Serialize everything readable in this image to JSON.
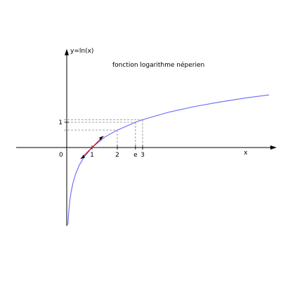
{
  "chart_data": {
    "type": "line",
    "title": "fonction logarithme néperien",
    "ylabel": "y=ln(x)",
    "xlabel": "x",
    "origin_label": "0",
    "x_ticks": [
      {
        "value": 1,
        "label": "1"
      },
      {
        "value": 2,
        "label": "2"
      },
      {
        "value": 2.718,
        "label": "e"
      },
      {
        "value": 3,
        "label": "3"
      }
    ],
    "y_ticks": [
      {
        "value": 1,
        "label": "1"
      }
    ],
    "xlim": [
      -2,
      8.3
    ],
    "ylim": [
      -3.1,
      3.9
    ],
    "grid": false,
    "series": [
      {
        "color": "#6666ff",
        "x": [
          0.03,
          0.05,
          0.08,
          0.12,
          0.18,
          0.25,
          0.35,
          0.5,
          0.7,
          1,
          1.5,
          2,
          2.718,
          3,
          4,
          5,
          6,
          7,
          8
        ],
        "y": [
          -3.51,
          -3.0,
          -2.53,
          -2.12,
          -1.71,
          -1.39,
          -1.05,
          -0.69,
          -0.36,
          0,
          0.41,
          0.69,
          1.0,
          1.1,
          1.39,
          1.61,
          1.79,
          1.95,
          2.08
        ]
      }
    ],
    "tangent": {
      "color": "#cc0000",
      "x": [
        0.55,
        1.45
      ],
      "y": [
        -0.45,
        0.45
      ]
    },
    "guides": [
      {
        "x": 2,
        "y": 0.69
      },
      {
        "x": 2.718,
        "y": 1
      },
      {
        "x": 3,
        "y": 1.1
      }
    ],
    "colors": {
      "curve": "#6666ff",
      "tangent": "#cc0000",
      "axes": "#000000",
      "guides": "#888888"
    }
  }
}
